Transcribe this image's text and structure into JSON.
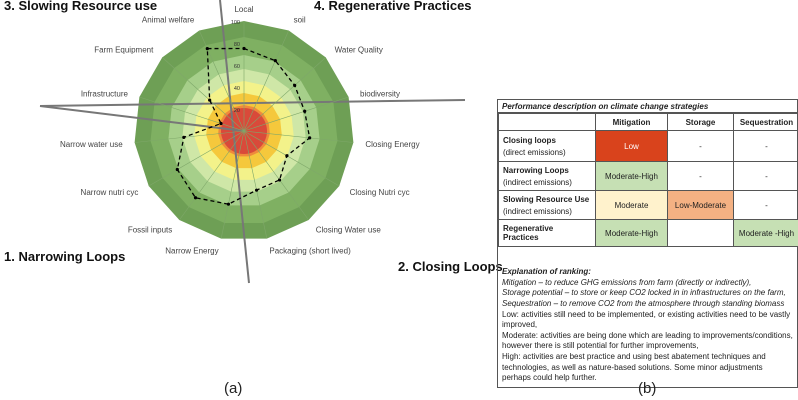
{
  "quadrants": {
    "q3": "3. Slowing Resource use",
    "q4": "4. Regenerative Practices",
    "q1": "1. Narrowing Loops",
    "q2": "2. Closing Loops"
  },
  "panel_labels": {
    "a": "(a)",
    "b": "(b)"
  },
  "chart_data": {
    "type": "radar",
    "axes": [
      "Local",
      "soil",
      "Water Quality",
      "biodiversity",
      "Closing Energy",
      "Closing Nutri cyc",
      "Closing Water use",
      "Packaging (short lived)",
      "Narrow  Energy",
      "Fossil inputs",
      "Narrow nutri cyc",
      "Narrow water use",
      "Infrastructure",
      "Farm Equipment",
      "Animal welfare"
    ],
    "radial_ticks": [
      "100",
      "80",
      "60",
      "40",
      "20"
    ],
    "rmax": 100,
    "band_colors": [
      "#d94a3a",
      "#ef8a3c",
      "#f5c83c",
      "#f3f28a",
      "#cfe7a7",
      "#a6cf8a",
      "#7fb062",
      "#6e9f55"
    ],
    "series": [
      {
        "values": [
          75,
          70,
          62,
          58,
          60,
          45,
          55,
          55,
          68,
          75,
          70,
          55,
          22,
          42,
          82
        ]
      }
    ]
  },
  "table": {
    "title": "Performance description on climate change strategies",
    "headers": [
      "",
      "Mitigation",
      "Storage",
      "Sequestration"
    ],
    "rows": [
      {
        "name": "Closing loops",
        "sub": "(direct emissions)",
        "mitigation": "Low",
        "storage": "-",
        "sequestration": "-"
      },
      {
        "name": "Narrowing Loops",
        "sub": "(indirect emissions)",
        "mitigation": "Moderate-High",
        "storage": "-",
        "sequestration": "-"
      },
      {
        "name": "Slowing Resource Use",
        "sub": "(indirect emissions)",
        "mitigation": "Moderate",
        "storage": "Low-Moderate",
        "sequestration": "-"
      },
      {
        "name": "Regenerative Practices",
        "sub": "",
        "mitigation": "Moderate-High",
        "storage": "",
        "sequestration": "Moderate -High"
      }
    ],
    "explanation": {
      "heading": "Explanation of ranking:",
      "mitigation": "Mitigation – to reduce GHG emissions from farm (directly or indirectly),",
      "storage": "Storage potential – to store or keep CO2 locked in in infrastructures on the farm,",
      "sequestration": "Sequestration – to remove CO2 from the atmosphere through standing biomass",
      "low": "Low: activities still need to be implemented, or existing activities need to be vastly improved,",
      "moderate": "Moderate: activities are being done which are leading to improvements/conditions, however there is still potential for further improvements,",
      "high": "High: activities are best practice and using best abatement techniques and technologies, as well as nature-based solutions. Some minor adjustments perhaps could help further."
    }
  }
}
